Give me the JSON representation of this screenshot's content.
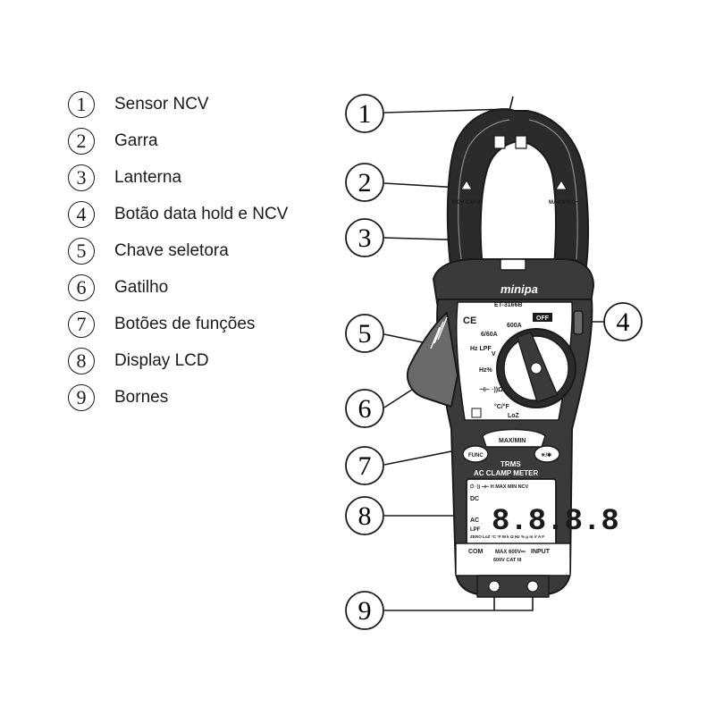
{
  "legend": [
    {
      "num": "1",
      "label": "Sensor NCV"
    },
    {
      "num": "2",
      "label": "Garra"
    },
    {
      "num": "3",
      "label": "Lanterna"
    },
    {
      "num": "4",
      "label": "Botão data hold e NCV"
    },
    {
      "num": "5",
      "label": "Chave seletora"
    },
    {
      "num": "6",
      "label": "Gatilho"
    },
    {
      "num": "7",
      "label": "Botões de funções"
    },
    {
      "num": "8",
      "label": "Display LCD"
    },
    {
      "num": "9",
      "label": "Bornes"
    }
  ],
  "callouts": [
    "1",
    "2",
    "3",
    "4",
    "5",
    "6",
    "7",
    "8",
    "9"
  ],
  "device": {
    "brand": "minipa",
    "model": "ET-3166B",
    "jaw_left_rating": "600V CAT III",
    "jaw_right_rating": "MAX 600A~",
    "dial": {
      "off": "OFF",
      "a600": "600A",
      "a660": "6/60A",
      "hz_lpf": "Hz LPF",
      "volt": "V",
      "hz_pct": "Hz%",
      "diode_cap": "⊣⊢ ·))Ω",
      "temp": "°C/°F",
      "loz": "LoZ"
    },
    "buttons": {
      "maxmin": "MAX/MIN",
      "func": "FUNC",
      "light": "☀/✱"
    },
    "labels": {
      "trms": "TRMS",
      "meter": "AC CLAMP METER"
    },
    "lcd": {
      "top_row": "⏻ ·)) ⊣⊢ H MAX MIN NCV",
      "left_dc": "DC",
      "left_ac": "AC",
      "left_lpf": "LPF",
      "digits": "8.8.8.8",
      "bottom_row": "ZERO LoZ °C °F M k Ω Hz % μ m V A F"
    },
    "terminals": {
      "com": "COM",
      "input": "INPUT",
      "rating": "MAX 600V⎓",
      "cat": "600V CAT III"
    }
  }
}
